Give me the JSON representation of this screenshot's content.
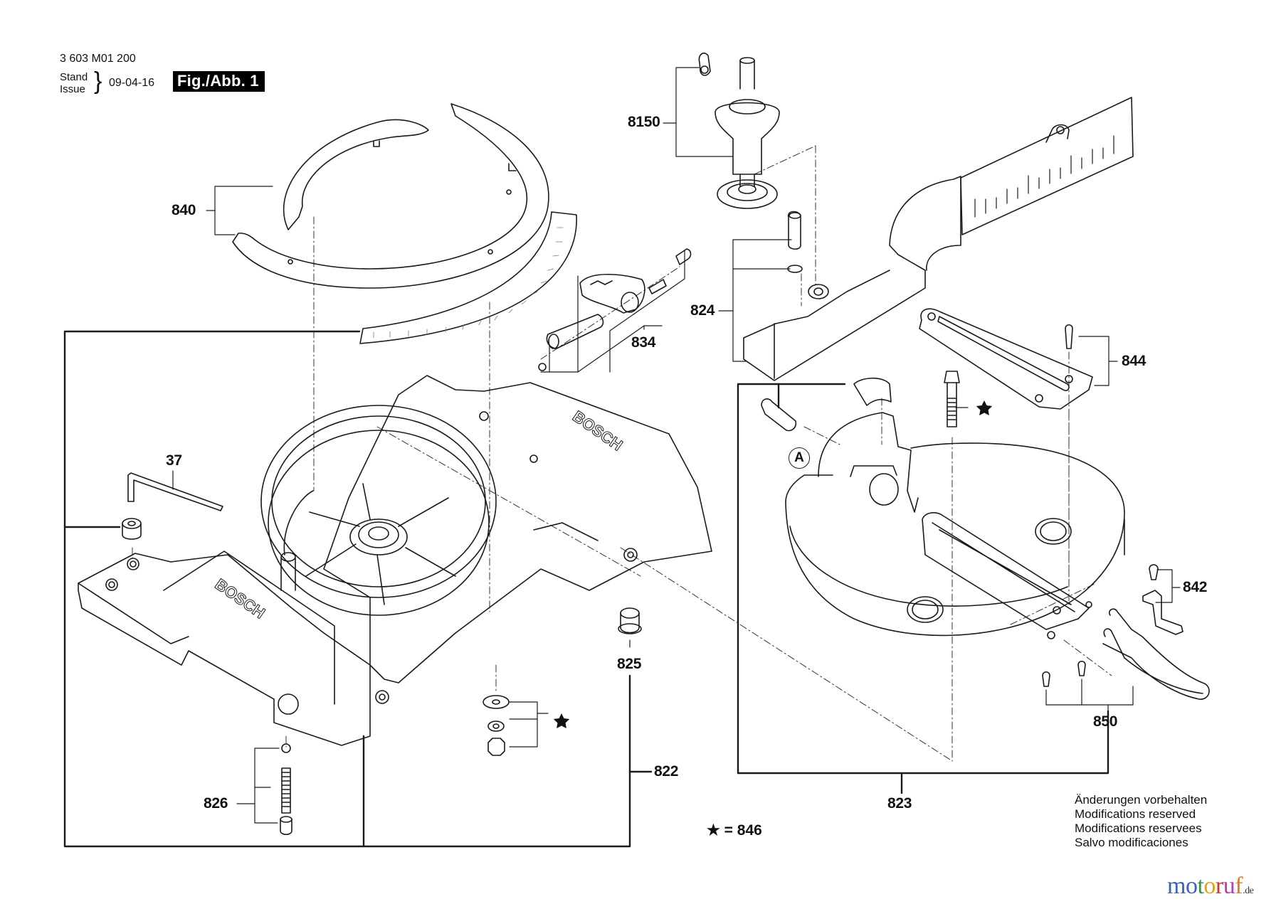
{
  "document": {
    "part_number": "3 603 M01 200",
    "stand_label": "Stand",
    "issue_label": "Issue",
    "date": "09-04-16",
    "figure_label": "Fig./Abb. 1"
  },
  "callouts": {
    "p840": "840",
    "p8150": "8150",
    "p824": "824",
    "p834": "834",
    "p844": "844",
    "p37": "37",
    "p842": "842",
    "p825": "825",
    "p850": "850",
    "p822": "822",
    "p826": "826",
    "p823": "823",
    "detail_a": "A",
    "star": "★"
  },
  "legend": {
    "symbol": "★",
    "text": "= 846"
  },
  "notes": [
    "Änderungen vorbehalten",
    "Modifications reserved",
    "Modifications reservees",
    "Salvo modificaciones"
  ],
  "watermark": {
    "letters": [
      "m",
      "o",
      "t",
      "o",
      "r",
      "u",
      "f"
    ],
    "colors": [
      "#3a63b8",
      "#3a63b8",
      "#2e9a3c",
      "#e0a21a",
      "#d9342b",
      "#b03fb8",
      "#e07a1a"
    ],
    "tld": ".de"
  },
  "parts": [
    {
      "id": "840",
      "name": "scale ring segments"
    },
    {
      "id": "8150",
      "name": "knob assembly"
    },
    {
      "id": "824",
      "name": "fence with screw and washer"
    },
    {
      "id": "834",
      "name": "lock lever assembly"
    },
    {
      "id": "844",
      "name": "insert plate"
    },
    {
      "id": "37",
      "name": "hex key"
    },
    {
      "id": "842",
      "name": "bracket with screw"
    },
    {
      "id": "825",
      "name": "rubber foot"
    },
    {
      "id": "850",
      "name": "handle with screws"
    },
    {
      "id": "822",
      "name": "base housing"
    },
    {
      "id": "826",
      "name": "spring detent set"
    },
    {
      "id": "823",
      "name": "turntable"
    },
    {
      "id": "846",
      "name": "fastener set (star)"
    }
  ]
}
